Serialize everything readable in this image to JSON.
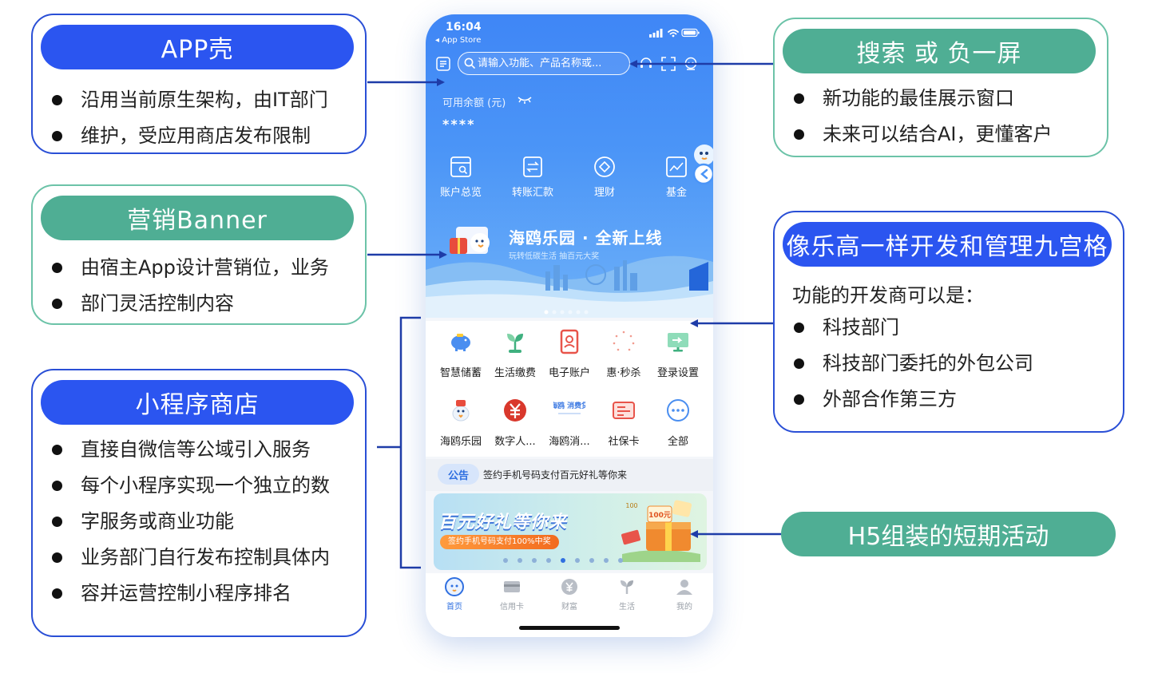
{
  "callouts": {
    "app_shell": {
      "title": "APP壳",
      "bullets": [
        "沿用当前原生架构，由IT部门",
        "维护，受应用商店发布限制"
      ]
    },
    "banner": {
      "title": "营销Banner",
      "bullets": [
        "由宿主App设计营销位，业务",
        "部门灵活控制内容"
      ]
    },
    "miniprogram": {
      "title": "小程序商店",
      "bullets": [
        "直接自微信等公域引入服务",
        "每个小程序实现一个独立的数",
        "字服务或商业功能",
        "业务部门自行发布控制具体内",
        "容并运营控制小程序排名"
      ]
    },
    "search": {
      "title": "搜索 或 负一屏",
      "bullets": [
        "新功能的最佳展示窗口",
        "未来可以结合AI，更懂客户"
      ]
    },
    "grid": {
      "title": "像乐高一样开发和管理九宫格",
      "intro": "功能的开发商可以是：",
      "bullets": [
        "科技部门",
        "科技部门委托的外包公司",
        "外部合作第三方"
      ]
    },
    "h5": {
      "title": "H5组装的短期活动"
    }
  },
  "phone": {
    "time": "16:04",
    "back_label": "◂ App Store",
    "search_placeholder": "请输入功能、产品名称或...",
    "balance_label": "可用余额 (元)",
    "balance_value": "****",
    "quick_actions": [
      {
        "label": "账户总览",
        "icon": "account-overview-icon"
      },
      {
        "label": "转账汇款",
        "icon": "transfer-icon"
      },
      {
        "label": "理财",
        "icon": "wealth-icon"
      },
      {
        "label": "基金",
        "icon": "fund-chart-icon"
      }
    ],
    "banner": {
      "title": "海鸥乐园 · 全新上线",
      "subtitle": "玩转低碳生活  抽百元大奖"
    },
    "grid_items": [
      {
        "label": "智慧储蓄",
        "icon": "piggy-bank-icon"
      },
      {
        "label": "生活缴费",
        "icon": "sprout-icon"
      },
      {
        "label": "电子账户",
        "icon": "e-account-icon"
      },
      {
        "label": "惠·秒杀",
        "icon": "flash-sale-icon"
      },
      {
        "label": "登录设置",
        "icon": "monitor-icon"
      },
      {
        "label": "海鸥乐园",
        "icon": "seagull-park-icon"
      },
      {
        "label": "数字人...",
        "icon": "digital-rmb-icon"
      },
      {
        "label": "海鸥消...",
        "icon": "seagull-consume-icon"
      },
      {
        "label": "社保卡",
        "icon": "social-card-icon"
      },
      {
        "label": "全部",
        "icon": "more-icon"
      }
    ],
    "grid_misc": {
      "seagull_consume_text": "海鸥 消费贷"
    },
    "notice": {
      "tag": "公告",
      "text": "签约手机号码支付百元好礼等你来"
    },
    "promo": {
      "title": "百元好礼等你来",
      "subtitle": "签约手机号码支付100%中奖",
      "coupon": "100元",
      "coupon_small": "100"
    },
    "tabs": [
      {
        "label": "首页",
        "icon": "home-icon",
        "active": true
      },
      {
        "label": "信用卡",
        "icon": "credit-card-icon",
        "active": false
      },
      {
        "label": "财富",
        "icon": "wealth-coin-icon",
        "active": false
      },
      {
        "label": "生活",
        "icon": "life-icon",
        "active": false
      },
      {
        "label": "我的",
        "icon": "profile-icon",
        "active": false
      }
    ]
  },
  "colors": {
    "accent_blue": "#2b55f0",
    "accent_green": "#4fae94",
    "arrow_navy": "#1e3ca8",
    "phone_blue": "#4b95f7"
  }
}
